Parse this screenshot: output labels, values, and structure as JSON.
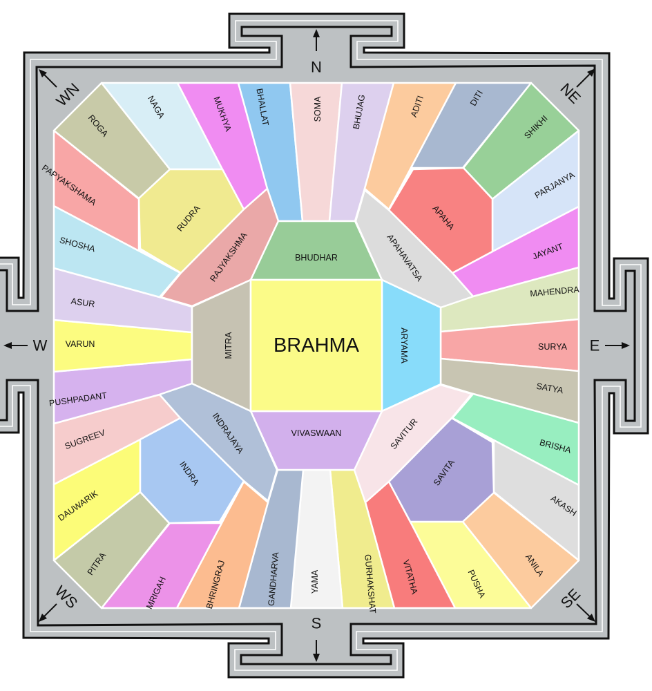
{
  "center": {
    "name": "BRAHMA",
    "color": "#fbfb88"
  },
  "groups": [
    [
      {
        "name": "ROGA",
        "color": "#c8caa8"
      },
      {
        "name": "NAGA",
        "color": "#d8eef6"
      },
      {
        "name": "MUKHYA",
        "color": "#f08cf2"
      },
      {
        "name": "BHALLAT",
        "color": "#90c8f0"
      },
      {
        "name": "SOMA",
        "color": "#f6d8d8"
      },
      {
        "name": "BHUJAG",
        "color": "#ddd0ee"
      },
      {
        "name": "ADITI",
        "color": "#fccb9e"
      },
      {
        "name": "DITI",
        "color": "#a8b8d0"
      },
      {
        "name": "RUDRA",
        "color": "#f0ea90"
      },
      {
        "name": "RAJYAKSHMA",
        "color": "#eaa8a8"
      },
      {
        "name": "BHUDHAR",
        "color": "#98cc98"
      }
    ],
    [
      {
        "name": "SHIKHI",
        "color": "#98d098"
      },
      {
        "name": "PARJANYA",
        "color": "#d6e4f8"
      },
      {
        "name": "JAYANT",
        "color": "#f08cf2"
      },
      {
        "name": "MAHENDRA",
        "color": "#dde8bf"
      },
      {
        "name": "SURYA",
        "color": "#f8a6a6"
      },
      {
        "name": "SATYA",
        "color": "#c8c5b2"
      },
      {
        "name": "BRISHA",
        "color": "#98eec0"
      },
      {
        "name": "AKASH",
        "color": "#dedede"
      },
      {
        "name": "APAHA",
        "color": "#f88282"
      },
      {
        "name": "APAHAVATSA",
        "color": "#dcdcdc"
      },
      {
        "name": "ARYAMA",
        "color": "#88dcfa"
      }
    ],
    [
      {
        "name": "ANILA",
        "color": "#fccb9e"
      },
      {
        "name": "PUSHA",
        "color": "#fcfc98"
      },
      {
        "name": "VITATHA",
        "color": "#f87c7c"
      },
      {
        "name": "GURHAKSHAT",
        "color": "#f0ec8e"
      },
      {
        "name": "YAMA",
        "color": "#f3f3f3"
      },
      {
        "name": "GANDHARVA",
        "color": "#a8b8d0"
      },
      {
        "name": "BHRINGRAJ",
        "color": "#fcbc90"
      },
      {
        "name": "MRIGAH",
        "color": "#ec92e8"
      },
      {
        "name": "SAVITA",
        "color": "#a8a0d6"
      },
      {
        "name": "SAVITUR",
        "color": "#f8e4e8"
      },
      {
        "name": "VIVASWAAN",
        "color": "#d2b0ec"
      }
    ],
    [
      {
        "name": "PITRA",
        "color": "#c4caa8"
      },
      {
        "name": "DAUWARIK",
        "color": "#fcfc78"
      },
      {
        "name": "SUGREEV",
        "color": "#f6cccc"
      },
      {
        "name": "PUSHPADANT",
        "color": "#d6b2ee"
      },
      {
        "name": "VARUN",
        "color": "#fcfc80"
      },
      {
        "name": "ASUR",
        "color": "#ddd0ee"
      },
      {
        "name": "SHOSHA",
        "color": "#bce6f2"
      },
      {
        "name": "PAPYAKSHAMA",
        "color": "#f8a6a6"
      },
      {
        "name": "INDRA",
        "color": "#a8c8f2"
      },
      {
        "name": "INDRAJAYA",
        "color": "#b0c0d8"
      },
      {
        "name": "MITRA",
        "color": "#c6c2b2"
      }
    ]
  ],
  "compass": {
    "N": "N",
    "NE": "NE",
    "E": "E",
    "SE": "SE",
    "S": "S",
    "SW": "WS",
    "W": "W",
    "NW": "WN"
  },
  "frame_color": "#bdc1c3"
}
